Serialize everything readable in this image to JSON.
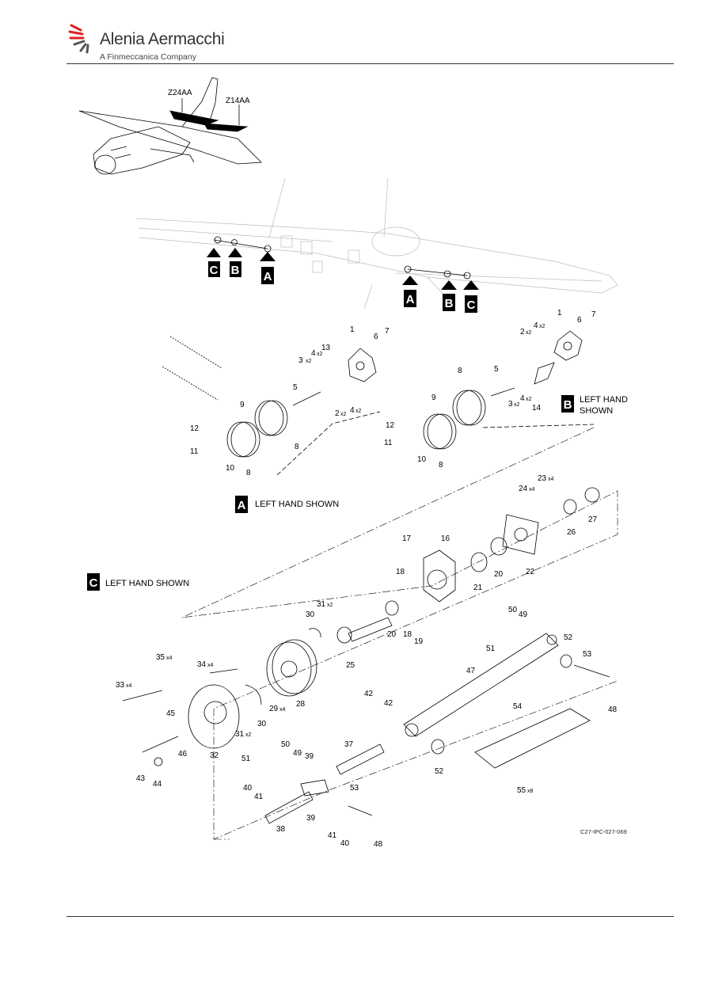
{
  "header": {
    "brand": "Alenia Aermacchi",
    "tagline": "A Finmeccanica Company"
  },
  "aircraft": {
    "zone_left": "Z24AA",
    "zone_right": "Z14AA"
  },
  "callouts": [
    "A",
    "B",
    "C"
  ],
  "notes": {
    "a": "LEFT HAND SHOWN",
    "b_line1": "LEFT HAND",
    "b_line2": "SHOWN",
    "c": "LEFT HAND SHOWN"
  },
  "figure_ref": "C27-IPC-027-069",
  "part_labels": [
    {
      "n": "1"
    },
    {
      "n": "7"
    },
    {
      "n": "13"
    },
    {
      "n": "6"
    },
    {
      "n": "3",
      "q": "x2"
    },
    {
      "n": "4",
      "q": "x2"
    },
    {
      "n": "5"
    },
    {
      "n": "9"
    },
    {
      "n": "2",
      "q": "x2"
    },
    {
      "n": "4",
      "q": "x2"
    },
    {
      "n": "12"
    },
    {
      "n": "8"
    },
    {
      "n": "11"
    },
    {
      "n": "10"
    },
    {
      "n": "8"
    },
    {
      "n": "1"
    },
    {
      "n": "2",
      "q": "x2"
    },
    {
      "n": "4",
      "q": "x2"
    },
    {
      "n": "6"
    },
    {
      "n": "7"
    },
    {
      "n": "5"
    },
    {
      "n": "8"
    },
    {
      "n": "9"
    },
    {
      "n": "3",
      "q": "x2"
    },
    {
      "n": "4",
      "q": "x2"
    },
    {
      "n": "14"
    },
    {
      "n": "12"
    },
    {
      "n": "11"
    },
    {
      "n": "10"
    },
    {
      "n": "8"
    },
    {
      "n": "23",
      "q": "x4"
    },
    {
      "n": "24",
      "q": "x4"
    },
    {
      "n": "26"
    },
    {
      "n": "27"
    },
    {
      "n": "17"
    },
    {
      "n": "16"
    },
    {
      "n": "22"
    },
    {
      "n": "18"
    },
    {
      "n": "21"
    },
    {
      "n": "20"
    },
    {
      "n": "31",
      "q": "x2"
    },
    {
      "n": "30"
    },
    {
      "n": "20"
    },
    {
      "n": "18"
    },
    {
      "n": "19"
    },
    {
      "n": "25"
    },
    {
      "n": "50"
    },
    {
      "n": "49"
    },
    {
      "n": "51"
    },
    {
      "n": "52"
    },
    {
      "n": "53"
    },
    {
      "n": "35",
      "q": "x4"
    },
    {
      "n": "34",
      "q": "x4"
    },
    {
      "n": "47"
    },
    {
      "n": "33",
      "q": "x4"
    },
    {
      "n": "28"
    },
    {
      "n": "29",
      "q": "x4"
    },
    {
      "n": "48"
    },
    {
      "n": "30"
    },
    {
      "n": "42"
    },
    {
      "n": "42"
    },
    {
      "n": "54"
    },
    {
      "n": "45"
    },
    {
      "n": "31",
      "q": "x2"
    },
    {
      "n": "46"
    },
    {
      "n": "32"
    },
    {
      "n": "37"
    },
    {
      "n": "50"
    },
    {
      "n": "51"
    },
    {
      "n": "49"
    },
    {
      "n": "39"
    },
    {
      "n": "52"
    },
    {
      "n": "43"
    },
    {
      "n": "44"
    },
    {
      "n": "40"
    },
    {
      "n": "41"
    },
    {
      "n": "55",
      "q": "x8"
    },
    {
      "n": "53"
    },
    {
      "n": "38"
    },
    {
      "n": "39"
    },
    {
      "n": "41"
    },
    {
      "n": "40"
    },
    {
      "n": "48"
    }
  ]
}
